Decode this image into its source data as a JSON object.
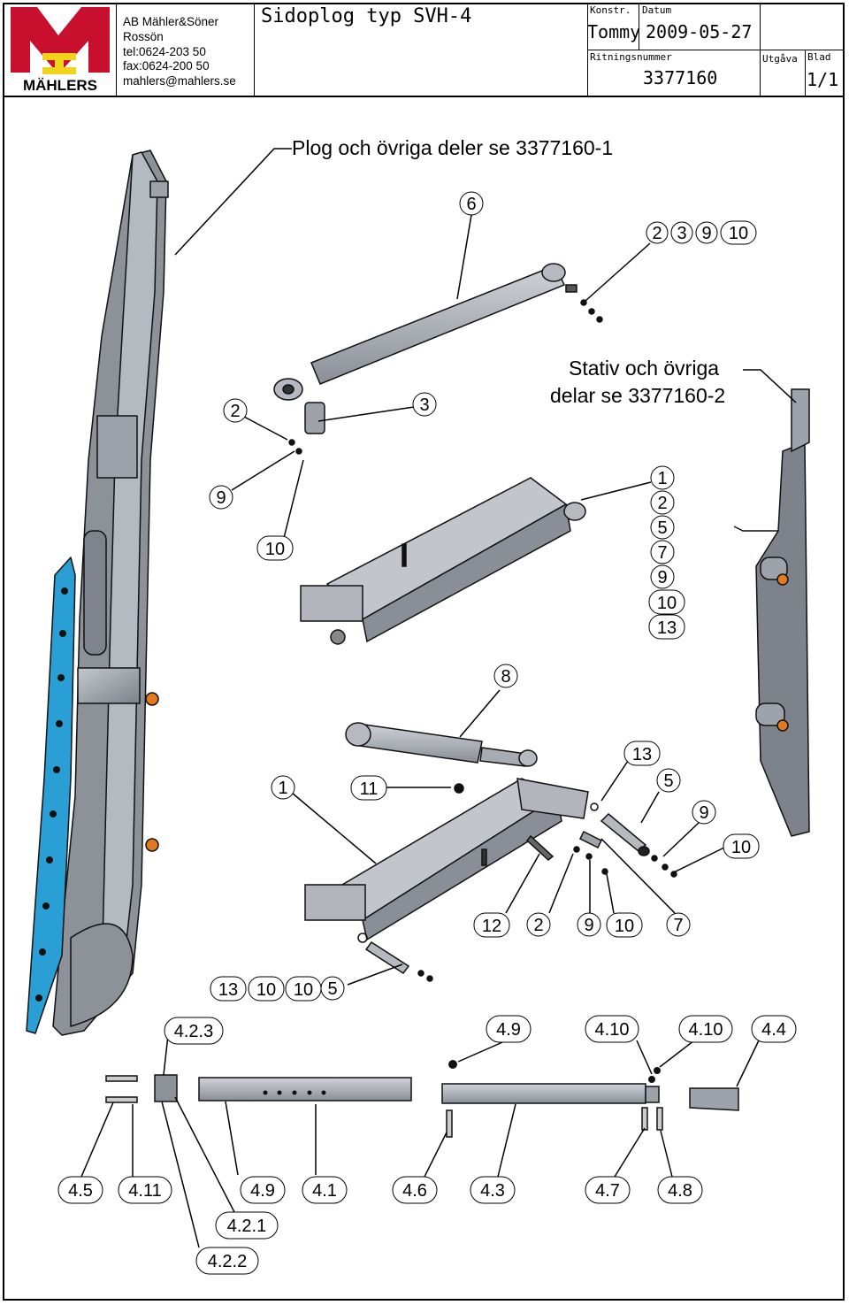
{
  "company": {
    "logo_text": "MÄHLERS",
    "name": "AB Mähler&Söner",
    "city": "Rossön",
    "tel": "tel:0624-203 50",
    "fax": "fax:0624-200 50",
    "email": "mahlers@mahlers.se"
  },
  "title_block": {
    "title": "Sidoplog typ SVH-4",
    "konstr_label": "Konstr.",
    "konstr_value": "Tommy",
    "datum_label": "Datum",
    "datum_value": "2009-05-27",
    "ritningsnummer_label": "Ritningsnummer",
    "ritningsnummer_value": "3377160",
    "utgava_label": "Utgåva",
    "utgava_value": "",
    "blad_label": "Blad",
    "blad_value": "1/1"
  },
  "notes": {
    "plog_note": "Plog och övriga deler se 3377160-1",
    "stativ_line1": "Stativ och övriga",
    "stativ_line2": "delar se 3377160-2"
  },
  "balloons": {
    "cyl_top": "6",
    "top_r1": "2",
    "top_r2": "3",
    "top_r3": "9",
    "top_r4": "10",
    "pin2": "2",
    "pin3": "3",
    "pin9": "9",
    "pin10": "10",
    "arm1_list": [
      "1",
      "2",
      "5",
      "7",
      "9",
      "10",
      "13"
    ],
    "cyl2": "8",
    "low1": "1",
    "low11": "11",
    "low13": "13",
    "low5": "5",
    "low9": "9",
    "low10": "10",
    "bot12": "12",
    "bot2": "2",
    "bot9": "9",
    "bot10": "10",
    "bot7": "7",
    "row13": "13",
    "row10a": "10",
    "row10b": "10",
    "row5": "5",
    "p423": "4.2.3",
    "p49top": "4.9",
    "p410a": "4.10",
    "p410b": "4.10",
    "p44": "4.4",
    "p45": "4.5",
    "p411": "4.11",
    "p49": "4.9",
    "p41": "4.1",
    "p46": "4.6",
    "p43": "4.3",
    "p47": "4.7",
    "p48": "4.8",
    "p421": "4.2.1",
    "p422": "4.2.2"
  },
  "colors": {
    "logo_red": "#c8102e",
    "logo_yellow": "#f2d31b",
    "blade_blue": "#2a9fd6",
    "steel": "#9ea3ab",
    "steel_dark": "#6d7179",
    "accent_orange": "#e07a1a"
  }
}
